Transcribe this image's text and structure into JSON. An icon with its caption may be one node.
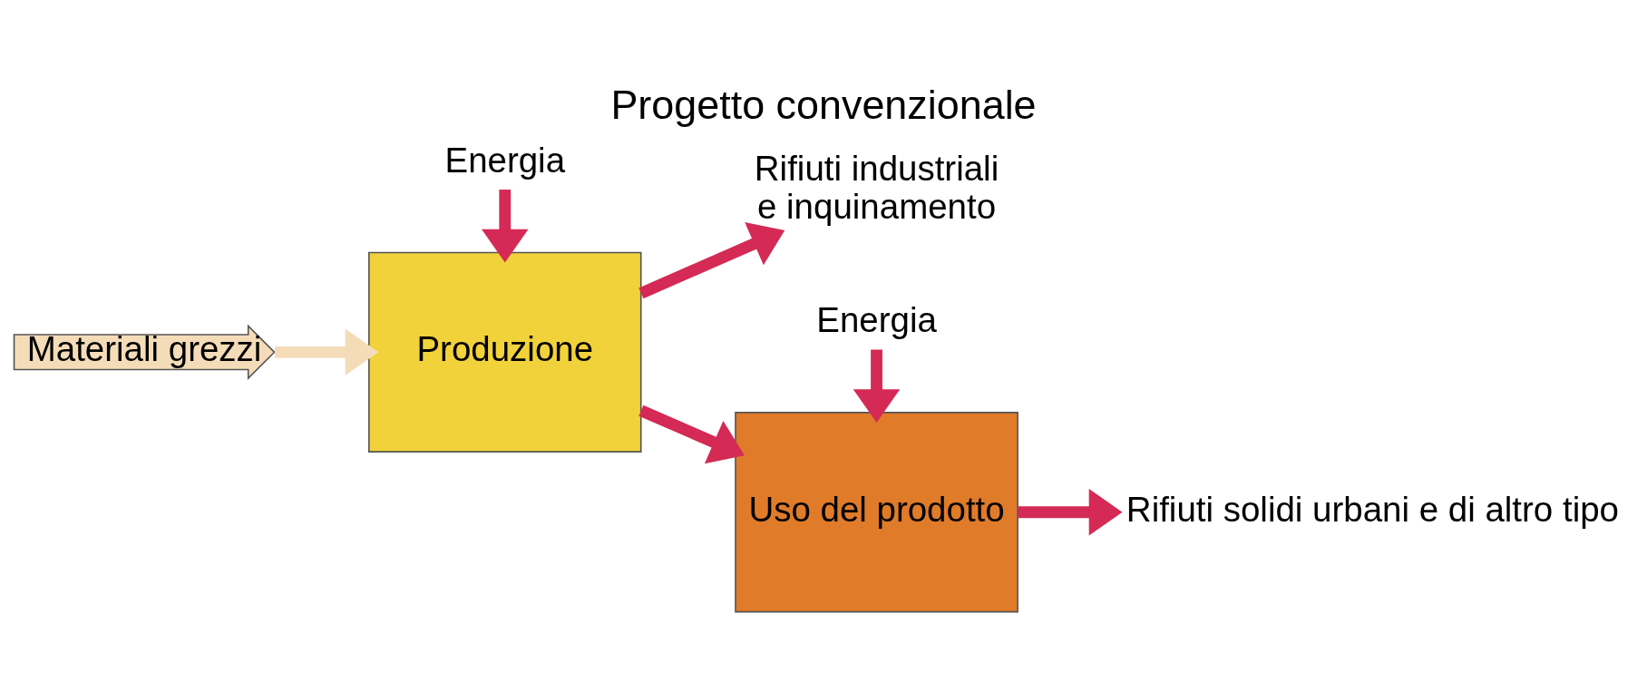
{
  "diagram": {
    "title": "Progetto convenzionale",
    "nodes": [
      {
        "text": [
          "Materiali grezzi"
        ]
      },
      {
        "text": [
          "Produzione"
        ]
      },
      {
        "text": [
          "Uso del prodotto"
        ]
      },
      {
        "text": [
          "Energia"
        ]
      },
      {
        "text": [
          "Energia"
        ]
      },
      {
        "text": [
          "Rifiuti industriali",
          "e inquinamento"
        ]
      },
      {
        "text": [
          "Rifiuti solidi urbani e di altro tipo"
        ]
      }
    ],
    "edges": [
      {
        "from": 0,
        "to": 1,
        "arrow": "to",
        "color": "#f5dcb8"
      },
      {
        "from": 3,
        "to": 1,
        "arrow": "to"
      },
      {
        "from": 1,
        "to": 2,
        "arrow": "to"
      },
      {
        "from": 1,
        "to": 5,
        "arrow": "to"
      },
      {
        "from": 4,
        "to": 2,
        "arrow": "to"
      },
      {
        "from": 2,
        "to": 6,
        "arrow": "to"
      }
    ]
  }
}
